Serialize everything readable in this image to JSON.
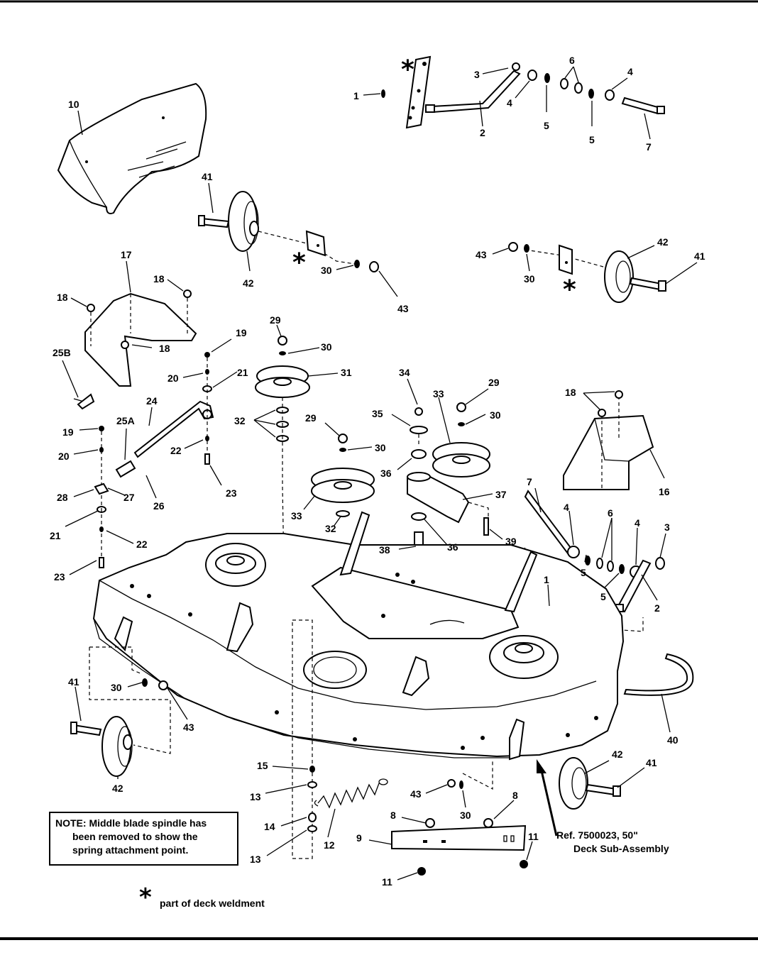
{
  "callouts": [
    "1",
    "2",
    "3",
    "4",
    "5",
    "6",
    "7",
    "8",
    "9",
    "10",
    "11",
    "12",
    "13",
    "14",
    "15",
    "16",
    "17",
    "18",
    "19",
    "20",
    "21",
    "22",
    "23",
    "24",
    "25A",
    "25B",
    "26",
    "27",
    "28",
    "29",
    "30",
    "31",
    "32",
    "33",
    "34",
    "35",
    "36",
    "37",
    "38",
    "39",
    "40",
    "41",
    "42",
    "43"
  ],
  "labels": {
    "c1a": "1",
    "c2a": "2",
    "c3a": "3",
    "c4a": "4",
    "c4b": "4",
    "c5a": "5",
    "c5b": "5",
    "c6a": "6",
    "c7a": "7",
    "c10": "10",
    "c41a": "41",
    "c42a": "42",
    "c30a": "30",
    "c43a": "43",
    "c43b": "43",
    "c30b": "30",
    "c42b": "42",
    "c41b": "41",
    "c17": "17",
    "c18a": "18",
    "c18b": "18",
    "c18c": "18",
    "c25b": "25B",
    "c19a": "19",
    "c20a": "20",
    "c21a": "21",
    "c24": "24",
    "c22a": "22",
    "c23a": "23",
    "c19b": "19",
    "c20b": "20",
    "c25a": "25A",
    "c28": "28",
    "c27": "27",
    "c26": "26",
    "c21b": "21",
    "c22b": "22",
    "c23b": "23",
    "c29a": "29",
    "c30c": "30",
    "c31": "31",
    "c32a": "32",
    "c29b": "29",
    "c30d": "30",
    "c33a": "33",
    "c32b": "32",
    "c34": "34",
    "c35": "35",
    "c36a": "36",
    "c36b": "36",
    "c37": "37",
    "c38": "38",
    "c39": "39",
    "c33b": "33",
    "c29c": "29",
    "c30e": "30",
    "c18d": "18",
    "c16": "16",
    "c7b": "7",
    "c4c": "4",
    "c6b": "6",
    "c4d": "4",
    "c3b": "3",
    "c5c": "5",
    "c5d": "5",
    "c2b": "2",
    "c1b": "1",
    "c40": "40",
    "c41c": "41",
    "c30f": "30",
    "c43c": "43",
    "c42c": "42",
    "c15": "15",
    "c13a": "13",
    "c14": "14",
    "c13b": "13",
    "c12": "12",
    "c43d": "43",
    "c30g": "30",
    "c8a": "8",
    "c8b": "8",
    "c9": "9",
    "c11a": "11",
    "c11b": "11",
    "c42d": "42",
    "c41d": "41"
  },
  "note": {
    "line1": "NOTE: Middle blade spindle has",
    "line2": "been removed to show the",
    "line3": "spring attachment point."
  },
  "reference": {
    "line1": "Ref. 7500023, 50\"",
    "line2": "Deck Sub-Assembly"
  },
  "weldment_note": {
    "symbol": "*",
    "text": "part of deck weldment"
  }
}
